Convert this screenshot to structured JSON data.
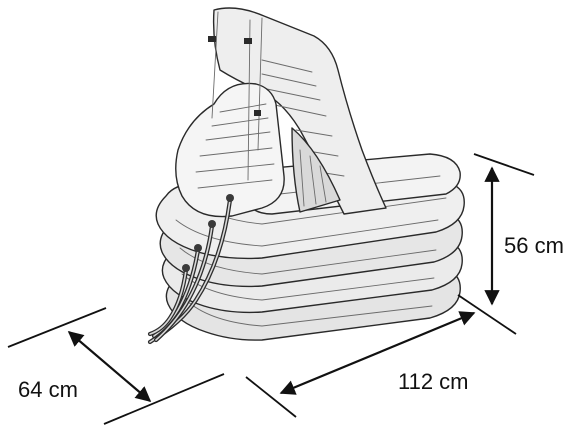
{
  "dimensions": {
    "height_label": "56 cm",
    "length_label": "112 cm",
    "width_label": "64 cm"
  },
  "colors": {
    "line": "#111111",
    "fill_light": "#efefef",
    "fill_mid": "#dcdcdc",
    "fill_shadow": "#c4c4c4"
  }
}
